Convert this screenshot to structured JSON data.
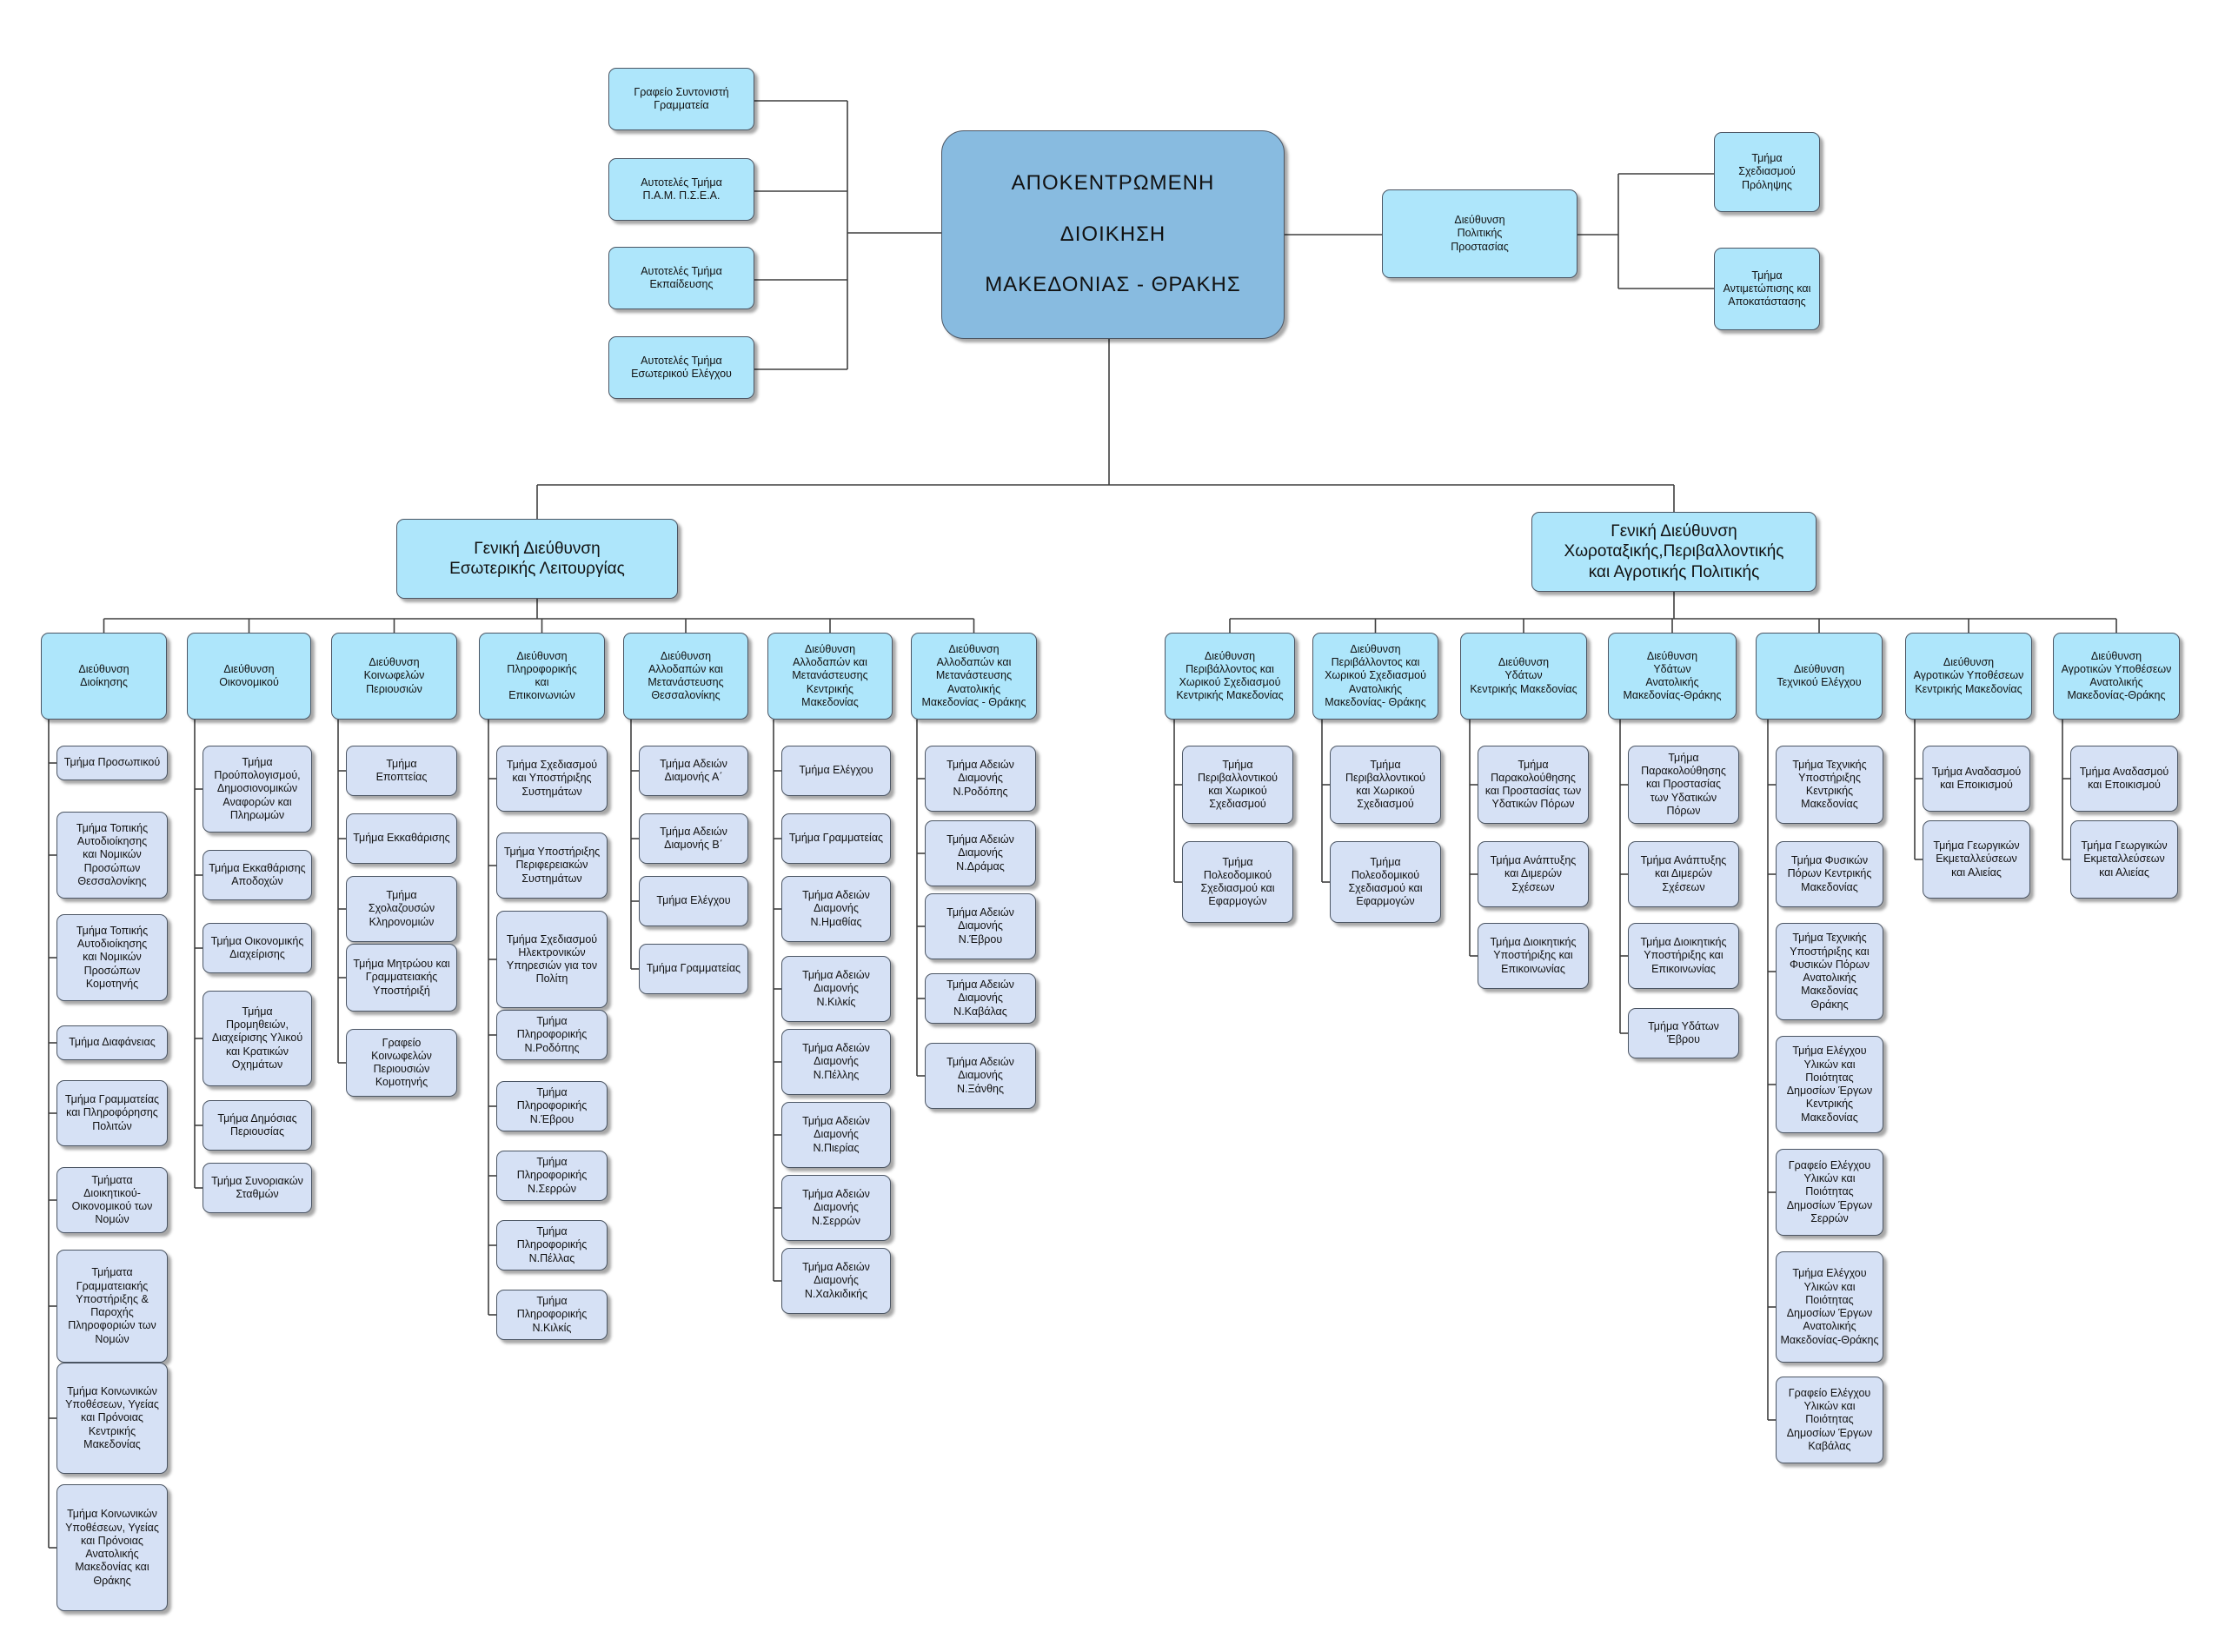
{
  "root": "ΑΠΟΚΕΝΤΡΩΜΕΝΗ\nΔΙΟΙΚΗΣΗ\nΜΑΚΕΔΟΝΙΑΣ - ΘΡΑΚΗΣ",
  "left_units": [
    "Γραφείο Συντονιστή\nΓραμματεία",
    "Αυτοτελές Τμήμα\nΠ.Α.Μ.  Π.Σ.Ε.Α.",
    "Αυτοτελές Τμήμα\nΕκπαίδευσης",
    "Αυτοτελές Τμήμα\nΕσωτερικού Ελέγχου"
  ],
  "civil_protection": {
    "label": "Διεύθυνση\nΠολιτικής\nΠροστασίας",
    "children": [
      "Τμήμα\nΣχεδιασμού\nΠρόληψης",
      "Τμήμα\nΑντιμετώπισης και\nΑποκατάστασης"
    ]
  },
  "general_directorates": [
    {
      "label": "Γενική Διεύθυνση\nΕσωτερικής Λειτουργίας",
      "directorates": [
        {
          "label": "Διεύθυνση\nΔιοίκησης",
          "departments": [
            "Τμήμα Προσωπικού",
            "Τμήμα Τοπικής\nΑυτοδιοίκησης\nκαι Νομικών\nΠροσώπων\nΘεσσαλονίκης",
            "Τμήμα Τοπικής\nΑυτοδιοίκησης\nκαι Νομικών\nΠροσώπων\nΚομοτηνής",
            "Τμήμα Διαφάνειας",
            "Τμήμα Γραμματείας\nκαι Πληροφόρησης\nΠολιτών",
            "Τμήματα\nΔιοικητικού-\nΟικονομικού των\nΝομών",
            "Τμήματα\nΓραμματειακής\nΥποστήριξης &\nΠαροχής\nΠληροφοριών των\nΝομών",
            "Τμήμα Κοινωνικών\nΥποθέσεων, Υγείας\nκαι Πρόνοιας\nΚεντρικής\nΜακεδονίας",
            "Τμήμα Κοινωνικών\nΥποθέσεων, Υγείας\nκαι Πρόνοιας\nΑνατολικής\nΜακεδονίας και\nΘράκης"
          ]
        },
        {
          "label": "Διεύθυνση\nΟικονομικού",
          "departments": [
            "Τμήμα\nΠρούπολογισμού,\nΔημοσιονομικών\nΑναφορών και\nΠληρωμών",
            "Τμήμα Εκκαθάρισης\nΑποδοχών",
            "Τμήμα Οικονομικής\nΔιαχείρισης",
            "Τμήμα\nΠρομηθειών,\nΔιαχείρισης Υλικού\nκαι Κρατικών\nΟχημάτων",
            "Τμήμα Δημόσιας\nΠεριουσίας",
            "Τμήμα Συνοριακών\nΣταθμών"
          ]
        },
        {
          "label": "Διεύθυνση\nΚοινωφελών\nΠεριουσιών",
          "departments": [
            "Τμήμα\nΕποπτείας",
            "Τμήμα Εκκαθάρισης",
            "Τμήμα\nΣχολαζουσών\nΚληρονομιών",
            "Τμήμα Μητρώου και\nΓραμματειακής\nΥποστήριξή",
            "Γραφείο\nΚοινωφελών\nΠεριουσιών\nΚομοτηνής"
          ]
        },
        {
          "label": "Διεύθυνση\nΠληροφορικής\nκαι\nΕπικοινωνιών",
          "departments": [
            "Τμήμα Σχεδιασμού\nκαι Υποστήριξης\nΣυστημάτων",
            "Τμήμα Υποστήριξης\nΠεριφερειακών\nΣυστημάτων",
            "Τμήμα Σχεδιασμού\nΗλεκτρονικών\nΥπηρεσιών για τον\nΠολίτη",
            "Τμήμα\nΠληροφορικής\nΝ.Ροδόπης",
            "Τμήμα\nΠληροφορικής\nΝ.Έβρου",
            "Τμήμα\nΠληροφορικής\nΝ.Σερρών",
            "Τμήμα\nΠληροφορικής\nΝ.Πέλλας",
            "Τμήμα\nΠληροφορικής\nΝ.Κιλκίς"
          ]
        },
        {
          "label": "Διεύθυνση\nΑλλοδαπών και\nΜετανάστευσης\nΘεσσαλονίκης",
          "departments": [
            "Τμήμα Αδειών\nΔιαμονής Α΄",
            "Τμήμα Αδειών\nΔιαμονής Β΄",
            "Τμήμα Ελέγχου",
            "Τμήμα Γραμματείας"
          ]
        },
        {
          "label": "Διεύθυνση\nΑλλοδαπών και\nΜετανάστευσης\nΚεντρικής\nΜακεδονίας",
          "departments": [
            "Τμήμα Ελέγχου",
            "Τμήμα Γραμματείας",
            "Τμήμα Αδειών\nΔιαμονής\nΝ.Ημαθίας",
            "Τμήμα Αδειών\nΔιαμονής\nΝ.Κιλκίς",
            "Τμήμα Αδειών\nΔιαμονής\nΝ.Πέλλης",
            "Τμήμα Αδειών\nΔιαμονής\nΝ.Πιερίας",
            "Τμήμα Αδειών\nΔιαμονής\nΝ.Σερρών",
            "Τμήμα Αδειών\nΔιαμονής\nΝ.Χαλκιδικής"
          ]
        },
        {
          "label": "Διεύθυνση\nΑλλοδαπών και\nΜετανάστευσης\nΑνατολικής\nΜακεδονίας - Θράκης",
          "departments": [
            "Τμήμα Αδειών\nΔιαμονής\nΝ.Ροδόπης",
            "Τμήμα Αδειών\nΔιαμονής\nΝ.Δράμας",
            "Τμήμα Αδειών\nΔιαμονής\nΝ.Έβρου",
            "Τμήμα Αδειών\nΔιαμονής\nΝ.Καβάλας",
            "Τμήμα Αδειών\nΔιαμονής\nΝ.Ξάνθης"
          ]
        }
      ]
    },
    {
      "label": "Γενική Διεύθυνση\nΧωροταξικής,Περιβαλλοντικής\nκαι Αγροτικής Πολιτικής",
      "directorates": [
        {
          "label": "Διεύθυνση\nΠεριβάλλοντος και\nΧωρικού Σχεδιασμού\nΚεντρικής Μακεδονίας",
          "departments": [
            "Τμήμα\nΠεριβαλλοντικού\nκαι Χωρικού\nΣχεδιασμού",
            "Τμήμα\nΠολεοδομικού\nΣχεδιασμού και\nΕφαρμογών"
          ]
        },
        {
          "label": "Διεύθυνση\nΠεριβάλλοντος και\nΧωρικού Σχεδιασμού\nΑνατολικής\nΜακεδονίας- Θράκης",
          "departments": [
            "Τμήμα\nΠεριβαλλοντικού\nκαι Χωρικού\nΣχεδιασμού",
            "Τμήμα\nΠολεοδομικού\nΣχεδιασμού και\nΕφαρμογών"
          ]
        },
        {
          "label": "Διεύθυνση\nΥδάτων\nΚεντρικής Μακεδονίας",
          "departments": [
            "Τμήμα\nΠαρακολούθησης\nκαι Προστασίας των\nΥδατικών Πόρων",
            "Τμήμα Ανάπτυξης\nκαι Διμερών\nΣχέσεων",
            "Τμήμα Διοικητικής\nΥποστήριξης και\nΕπικοινωνίας"
          ]
        },
        {
          "label": "Διεύθυνση\nΥδάτων\nΑνατολικής\nΜακεδονίας-Θράκης",
          "departments": [
            "Τμήμα\nΠαρακολούθησης\nκαι Προστασίας\nτων Υδατικών\nΠόρων",
            "Τμήμα Ανάπτυξης\nκαι Διμερών\nΣχέσεων",
            "Τμήμα Διοικητικής\nΥποστήριξης και\nΕπικοινωνίας",
            "Τμήμα Υδάτων\nΈβρου"
          ]
        },
        {
          "label": "Διεύθυνση\nΤεχνικού Ελέγχου",
          "departments": [
            "Τμήμα Τεχνικής\nΥποστήριξης\nΚεντρικής\nΜακεδονίας",
            "Τμήμα Φυσικών\nΠόρων Κεντρικής\nΜακεδονίας",
            "Τμήμα Τεχνικής\nΥποστήριξης και\nΦυσικών Πόρων\nΑνατολικής\nΜακεδονίας\nΘράκης",
            "Τμήμα Ελέγχου\nΥλικών και\nΠοιότητας\nΔημοσίων Έργων\nΚεντρικής\nΜακεδονίας",
            "Γραφείο Ελέγχου\nΥλικών και\nΠοιότητας\nΔημοσίων Έργων\nΣερρών",
            "Τμήμα Ελέγχου\nΥλικών και\nΠοιότητας\nΔημοσίων Έργων\nΑνατολικής\nΜακεδονίας-Θράκης",
            "Γραφείο Ελέγχου\nΥλικών και\nΠοιότητας\nΔημοσίων Έργων\nΚαβάλας"
          ]
        },
        {
          "label": "Διεύθυνση\nΑγροτικών Υποθέσεων\nΚεντρικής Μακεδονίας",
          "departments": [
            "Τμήμα Αναδασμού\nκαι Εποικισμού",
            "Τμήμα Γεωργικών\nΕκμεταλλεύσεων\nκαι Αλιείας"
          ]
        },
        {
          "label": "Διεύθυνση\nΑγροτικών Υποθέσεων\nΑνατολικής\nΜακεδονίας-Θράκης",
          "departments": [
            "Τμήμα Αναδασμού\nκαι Εποικισμού",
            "Τμήμα Γεωργικών\nΕκμεταλλεύσεων\nκαι Αλιείας"
          ]
        }
      ]
    }
  ]
}
